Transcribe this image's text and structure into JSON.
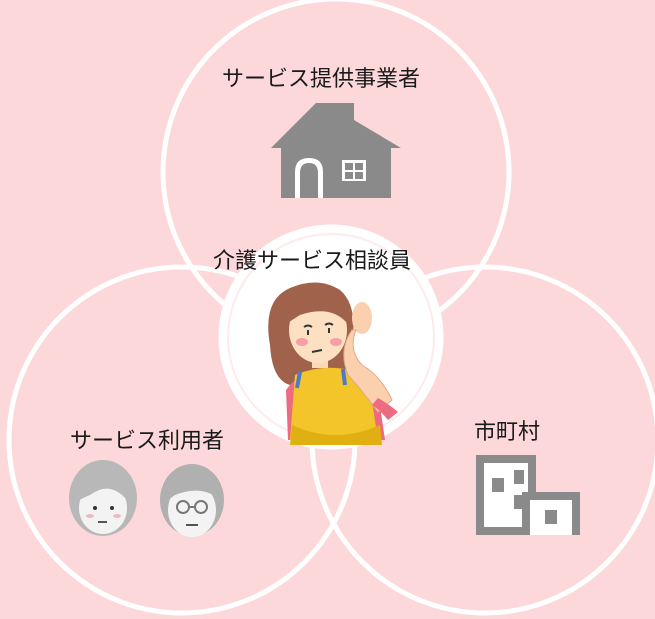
{
  "background_color": "#fdd8da",
  "circle_stroke_color": "#ffffff",
  "center_fill_color": "#ffffff",
  "icon_color": "#8a8a8a",
  "labels": {
    "provider": "サービス提供事業者",
    "counselor": "介護サービス相談員",
    "user": "サービス利用者",
    "municipality": "市町村"
  },
  "icons": {
    "provider": "house-icon",
    "counselor": "listening-counselor-illustration",
    "user": "elderly-couple-illustration",
    "municipality": "building-icon"
  }
}
